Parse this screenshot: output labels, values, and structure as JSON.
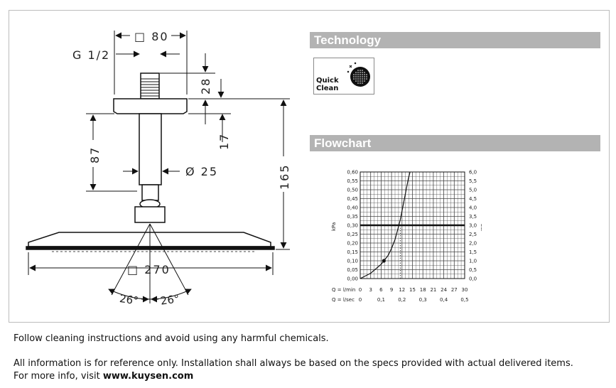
{
  "drawing": {
    "top_square_dim": "□ 80",
    "thread_label": "G 1/2",
    "dim_28": "28",
    "dim_17": "17",
    "dim_87": "87",
    "dim_165": "165",
    "pipe_diameter": "Ø 25",
    "head_width": "□ 270",
    "angle_left": "26°",
    "angle_right": "26°"
  },
  "technology": {
    "title": "Technology",
    "badge_label_line1": "Quick",
    "badge_label_line2": "Clean",
    "badge_icon": "quick-clean-nozzles-icon"
  },
  "flowchart": {
    "title": "Flowchart",
    "left_axis_label": "kPa",
    "right_axis_label": "bar",
    "q_lmin_label": "Q = l/min",
    "q_lsec_label": "Q = l/sec"
  },
  "chart_data": {
    "type": "line",
    "title": "",
    "xlabel": "Q = l/min",
    "ylabel": "kPa",
    "y2label": "bar",
    "xlim": [
      0,
      30
    ],
    "ylim": [
      0,
      0.6
    ],
    "x_ticks_lmin": [
      "0",
      "3",
      "6",
      "9",
      "12",
      "15",
      "18",
      "21",
      "24",
      "27",
      "30"
    ],
    "x_ticks_lsec": [
      "0",
      "0,1",
      "0,2",
      "0,3",
      "0,4",
      "0,5"
    ],
    "y_ticks_kpa": [
      "0,00",
      "0,05",
      "0,10",
      "0,15",
      "0,20",
      "0,25",
      "0,30",
      "0,35",
      "0,40",
      "0,45",
      "0,50",
      "0,55",
      "0,60"
    ],
    "y_ticks_bar": [
      "0,0",
      "0,5",
      "1,0",
      "1,5",
      "2,0",
      "2,5",
      "3,0",
      "3,5",
      "4,0",
      "4,5",
      "5,0",
      "5,5",
      "6,0"
    ],
    "grid": true,
    "reference_line_y": 0.3,
    "marked_point": {
      "x": 6.8,
      "y": 0.1
    },
    "series": [
      {
        "x": [
          0,
          3,
          6,
          6.8,
          8,
          9,
          10,
          10.7,
          11.5,
          12.2,
          13,
          13.8,
          14.3
        ],
        "y": [
          0,
          0.03,
          0.08,
          0.1,
          0.13,
          0.17,
          0.22,
          0.27,
          0.33,
          0.4,
          0.48,
          0.56,
          0.6
        ]
      }
    ]
  },
  "footer": {
    "line1": "Follow cleaning instructions and avoid using any harmful chemicals.",
    "line2": "All information is for reference only. Installation shall always be based on the specs provided with actual delivered items.",
    "line3_prefix": "For more info, visit ",
    "line3_link": "www.kuysen.com"
  }
}
